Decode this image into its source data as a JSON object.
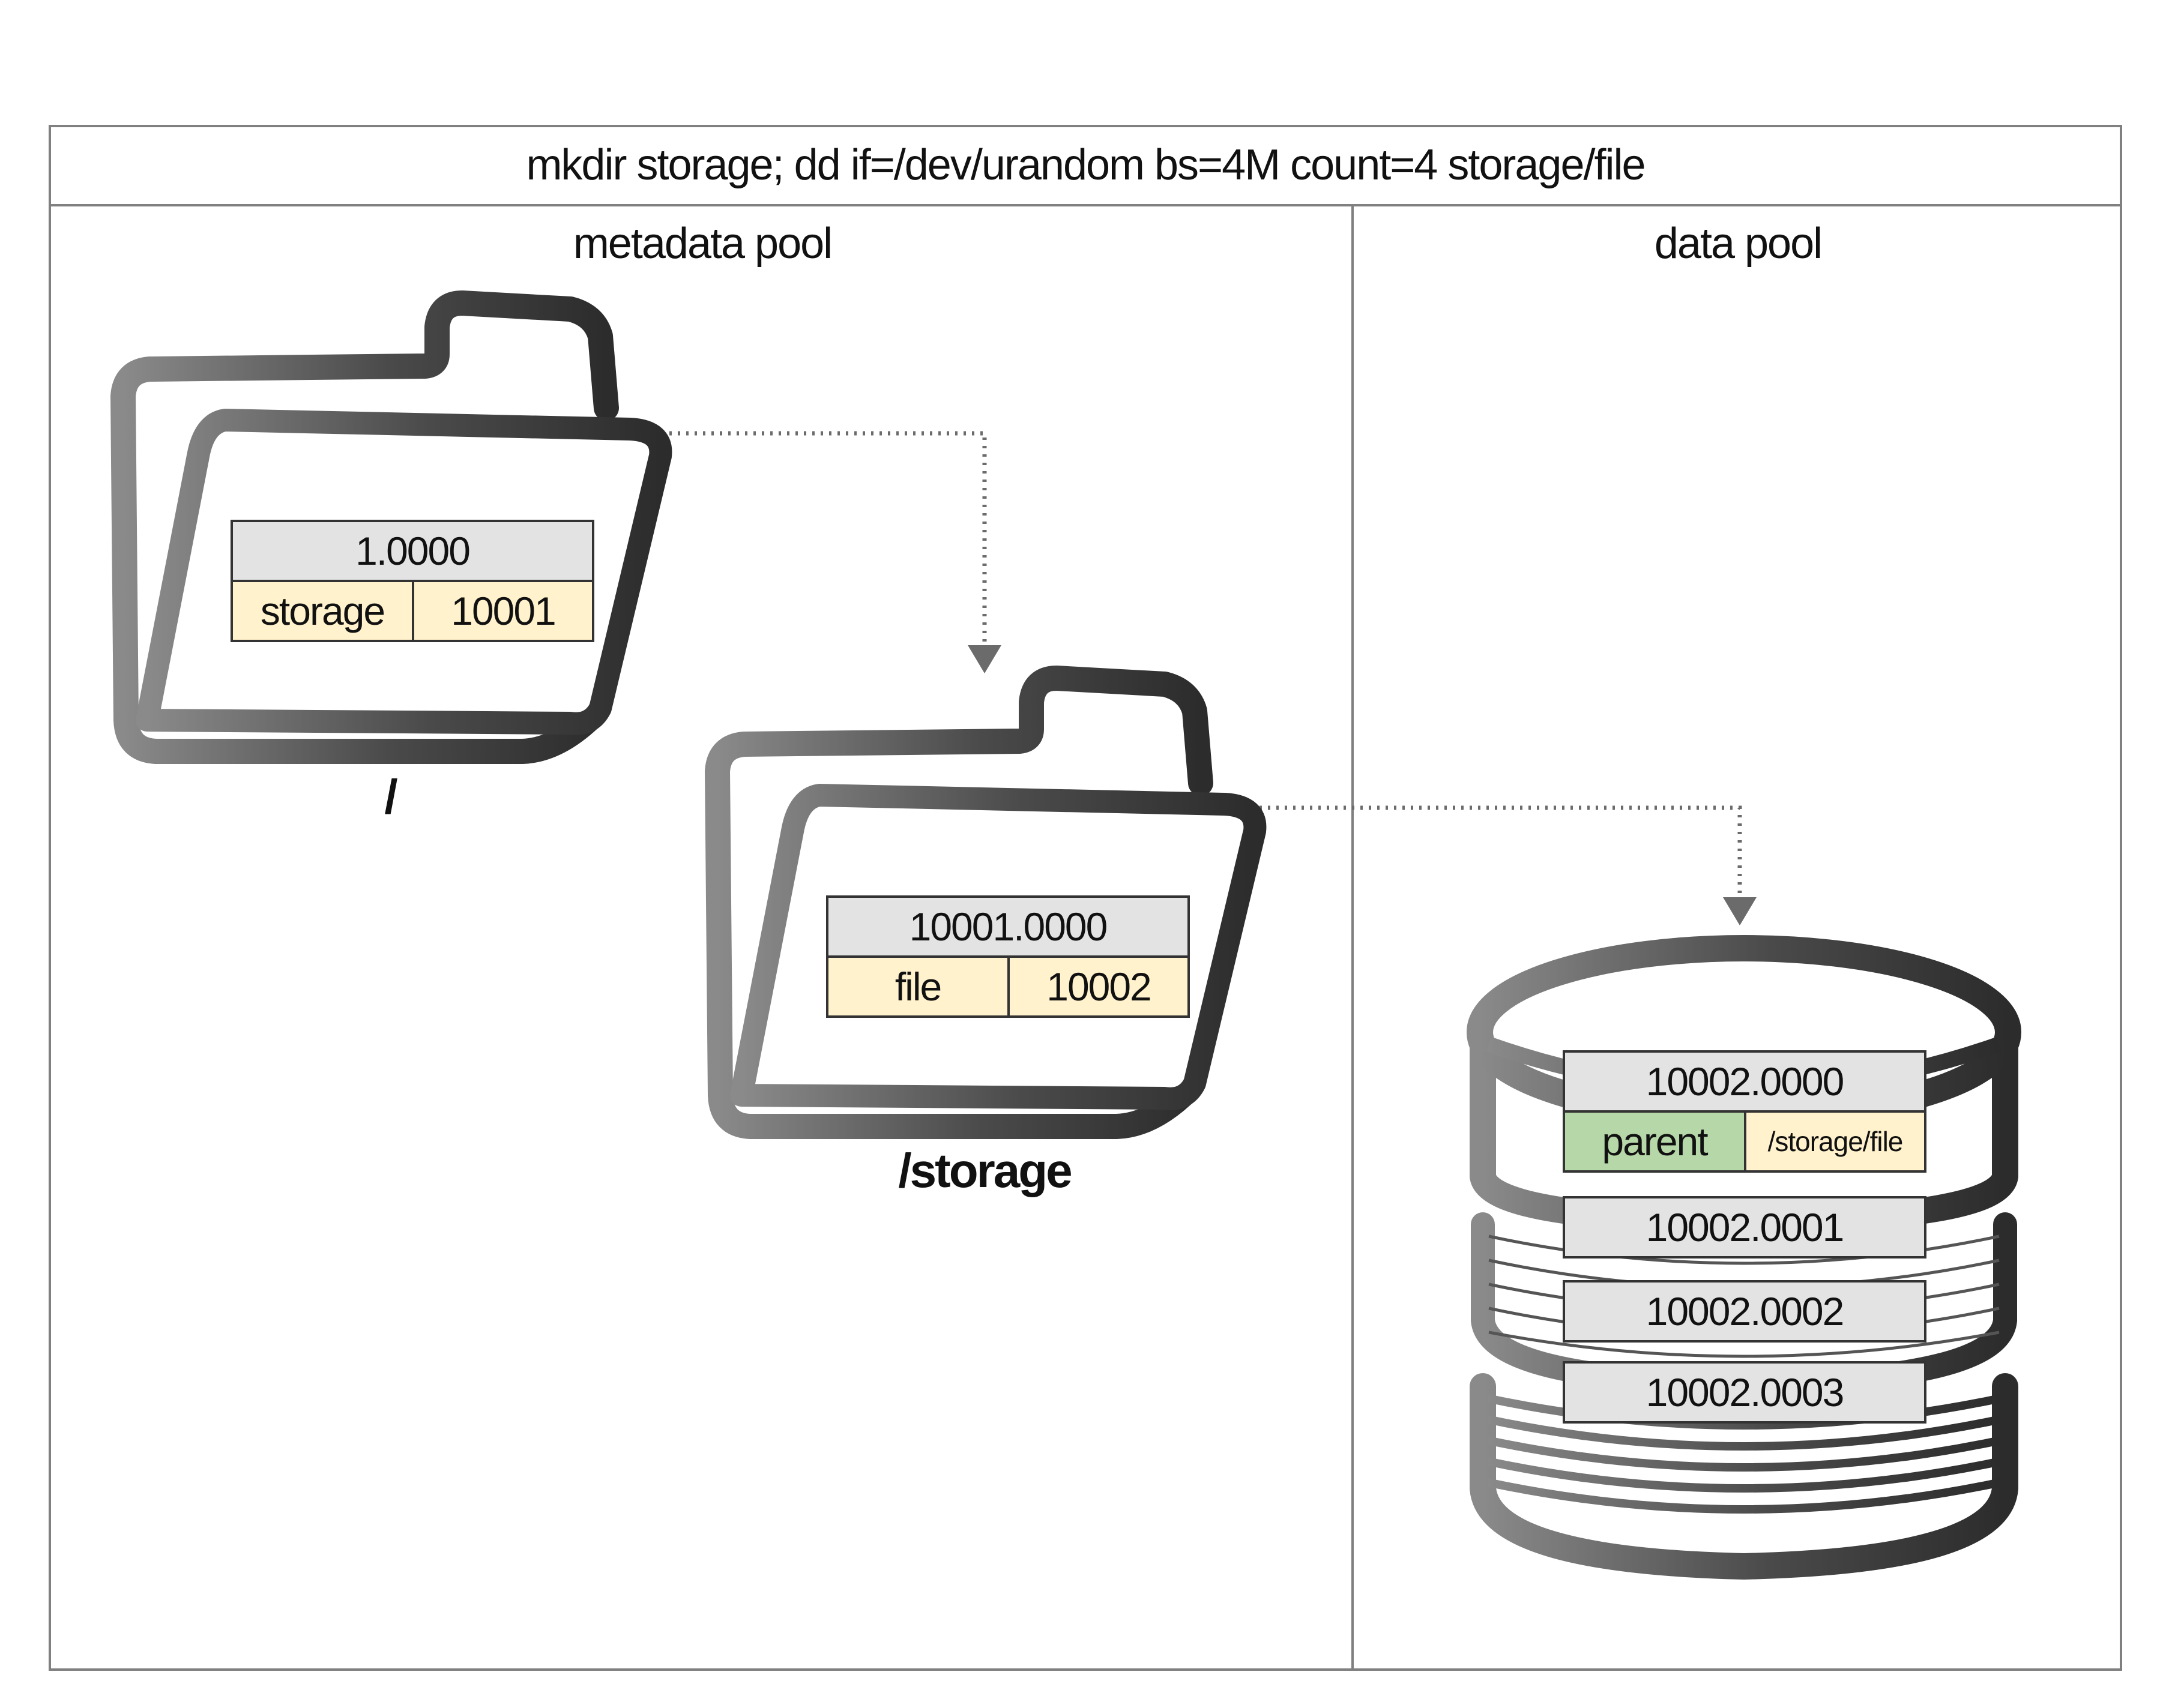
{
  "title": "mkdir storage; dd if=/dev/urandom bs=4M count=4 storage/file",
  "pools": {
    "metadata": "metadata pool",
    "data": "data pool"
  },
  "folders": {
    "root": {
      "label": "/",
      "object_name": "1.0000",
      "entry_name": "storage",
      "entry_value": "10001"
    },
    "storage": {
      "label": "/storage",
      "object_name": "10001.0000",
      "entry_name": "file",
      "entry_value": "10002"
    }
  },
  "data_objects": {
    "first": {
      "name": "10002.0000",
      "xattr_key": "parent",
      "xattr_value": "/storage/file"
    },
    "others": [
      "10002.0001",
      "10002.0002",
      "10002.0003"
    ]
  },
  "colors": {
    "border": "#808080",
    "header_fill": "#e3e3e3",
    "entry_fill": "#fff2cc",
    "parent_fill": "#b6d7a8",
    "arrow": "#6b6b6b",
    "icon_stroke": "#3a3a3a"
  },
  "icons": {
    "folder": "folder-icon",
    "database": "database-icon"
  }
}
